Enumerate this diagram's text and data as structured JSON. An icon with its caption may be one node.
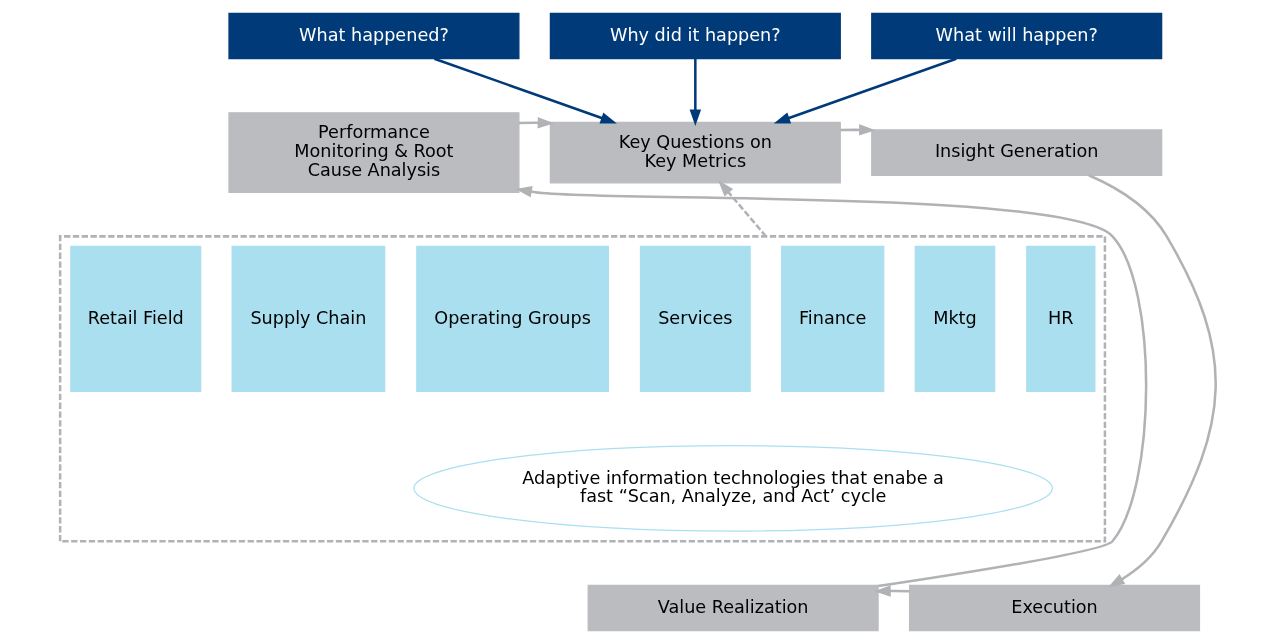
{
  "diagram": {
    "nodes": [
      {
        "text": [
          "What happened?"
        ]
      },
      {
        "text": [
          "Why did it happen?"
        ]
      },
      {
        "text": [
          "What will happen?"
        ]
      },
      {
        "text": [
          "Performance Monitoring & Root Cause Analysis"
        ]
      },
      {
        "text": [
          "Key Questions on Key Metrics"
        ]
      },
      {
        "text": [
          "Insight Generation"
        ]
      },
      {
        "text": [],
        "shape": "box"
      },
      {
        "text": [
          "Retail Field"
        ],
        "in": 6
      },
      {
        "text": [
          "Supply Chain"
        ],
        "in": 6
      },
      {
        "text": [
          "Operating Groups"
        ],
        "in": 6
      },
      {
        "text": [
          "Services"
        ],
        "in": 6
      },
      {
        "text": [
          "Finance"
        ],
        "in": 6
      },
      {
        "text": [
          "Mktg"
        ],
        "in": 6
      },
      {
        "text": [
          "HR"
        ],
        "in": 6
      },
      {
        "text": [
          "Adaptive information technologies that enabe a fast “Scan, Analyze, and Act’ cycle"
        ],
        "in": 6
      },
      {
        "text": [
          "Value Realization"
        ]
      },
      {
        "text": [
          "Execution"
        ]
      }
    ],
    "edges": [
      {
        "from": 0,
        "to": 4,
        "arrow": "to",
        "color": "#003a78"
      },
      {
        "from": 1,
        "to": 4,
        "arrow": "to",
        "color": "#003a78"
      },
      {
        "from": 2,
        "to": 4,
        "arrow": "to",
        "color": "#003a78"
      },
      {
        "from": 3,
        "to": 4,
        "arrow": "to"
      },
      {
        "from": 4,
        "to": 5,
        "arrow": "to"
      },
      {
        "from": 6,
        "to": 4,
        "arrow": "to",
        "style": "dashed"
      },
      {
        "from": 5,
        "to": 16,
        "arrow": "to"
      },
      {
        "from": 16,
        "to": 15,
        "arrow": "to"
      },
      {
        "from": 15,
        "to": 3,
        "arrow": "to"
      }
    ]
  }
}
